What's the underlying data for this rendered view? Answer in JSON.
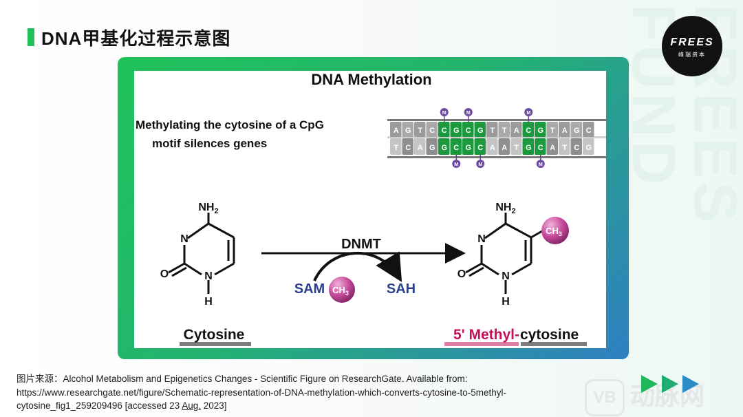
{
  "title": "DNA甲基化过程示意图",
  "logo": {
    "text": "FREES",
    "subtitle": "峰瑞资本"
  },
  "watermark": "FREES FUND",
  "figure": {
    "heading": "DNA Methylation",
    "statement_line1": "Methylating the cytosine of a CpG",
    "statement_line2": "motif silences genes",
    "top_strand": [
      "A",
      "G",
      "T",
      "C",
      "C",
      "G",
      "C",
      "G",
      "T",
      "T",
      "A",
      "C",
      "G",
      "T",
      "A",
      "G",
      "C"
    ],
    "bottom_strand": [
      "T",
      "C",
      "A",
      "G",
      "G",
      "C",
      "G",
      "C",
      "A",
      "A",
      "T",
      "G",
      "C",
      "A",
      "T",
      "C",
      "G"
    ],
    "methyl_marker": "M",
    "nh2": "NH",
    "nh2_sub": "2",
    "atom_n": "N",
    "atom_h": "H",
    "atom_o": "O",
    "ch3": "CH",
    "ch3_sub": "3",
    "enzyme": "DNMT",
    "sam": "SAM",
    "sah": "SAH",
    "label_left": "Cytosine",
    "label_right_prefix": "5' Methyl-",
    "label_right_suffix": "cytosine",
    "colors": {
      "green": "#1a9a3c",
      "gray": "#a9a9a9",
      "methyl": "#c74a9c",
      "enzyme_blue": "#2b3f8f",
      "magenta_text": "#c4115a"
    }
  },
  "caption": {
    "prefix": "图片来源：",
    "line1": "Alcohol Metabolism and Epigenetics Changes - Scientific Figure on ResearchGate. Available from:",
    "line2": "https://www.researchgate.net/figure/Schematic-representation-of-DNA-methylation-which-converts-cytosine-to-5methyl-",
    "line3_a": "cytosine_fig1_259209496 [accessed 23 ",
    "line3_u": "Aug.",
    "line3_b": " 2023]"
  },
  "brand_watermark": {
    "box": "VB",
    "text": "动脉网"
  }
}
